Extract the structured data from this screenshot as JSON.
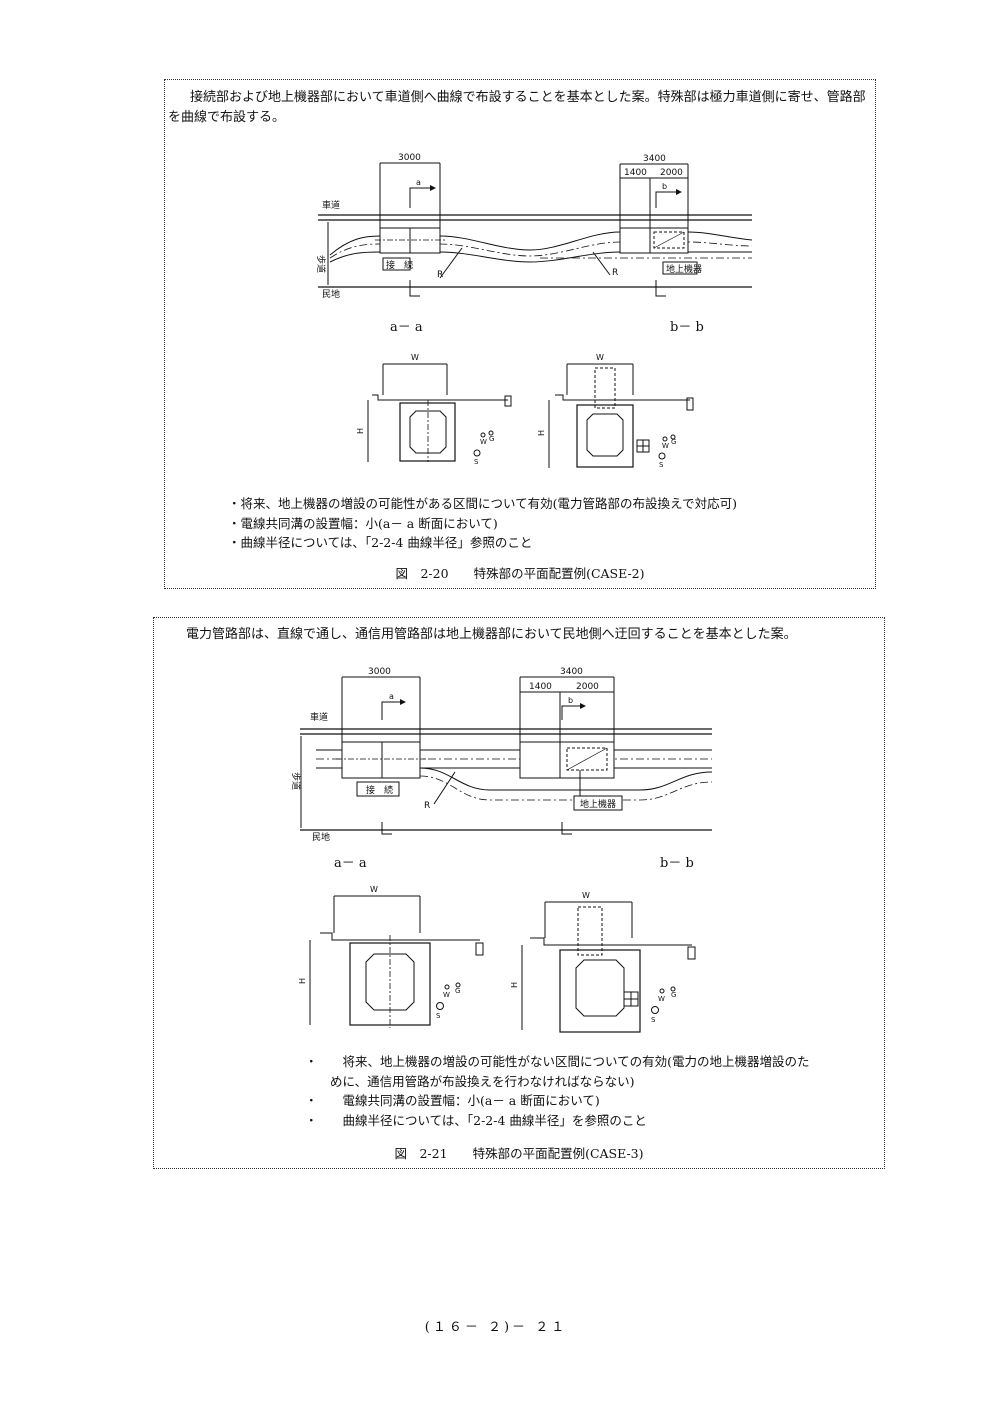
{
  "fig1": {
    "intro": "接続部および地上機器部において車道側へ曲線で布設することを基本とした案。特殊部は極力車道側に寄せ、管路部を曲線で布設する。",
    "plan": {
      "dim_left": "3000",
      "dim_right_total": "3400",
      "dim_right_a": "1400",
      "dim_right_b": "2000",
      "arrow_a": "a",
      "arrow_b": "b",
      "label_road": "車道",
      "label_sidewalk": "歩道",
      "label_private": "民地",
      "label_joint": "接　続",
      "label_equipment": "地上機器",
      "label_r": "R"
    },
    "section_a": "a－ a",
    "section_b": "b－ b",
    "sec_dim_w": "W",
    "sec_dim_h": "H",
    "sec_w": "W",
    "sec_g": "G",
    "sec_s": "S",
    "bullets": [
      "・将来、地上機器の増設の可能性がある区間について有効(電力管路部の布設換えで対応可)",
      "・電線共同溝の設置幅：小(a－ a 断面において)",
      "・曲線半径については、「2-2-4 曲線半径」参照のこと"
    ],
    "caption": "図　2-20　　特殊部の平面配置例(CASE-2)"
  },
  "fig2": {
    "intro": "電力管路部は、直線で通し、通信用管路部は地上機器部において民地側へ迂回することを基本とした案。",
    "plan": {
      "dim_left": "3000",
      "dim_right_total": "3400",
      "dim_right_a": "1400",
      "dim_right_b": "2000",
      "arrow_a": "a",
      "arrow_b": "b",
      "label_road": "車道",
      "label_sidewalk": "歩道",
      "label_private": "民地",
      "label_joint": "接　続",
      "label_equipment": "地上機器",
      "label_r": "R"
    },
    "section_a": "a－ a",
    "section_b": "b－ b",
    "sec_dim_w": "W",
    "sec_dim_h": "H",
    "sec_w": "W",
    "sec_g": "G",
    "sec_s": "S",
    "bullets": [
      "・　　将来、地上機器の増設の可能性がない区間についての有効(電力の地上機器増設のた",
      "　　めに、通信用管路が布設換えを行わなければならない)",
      "・　　電線共同溝の設置幅：小(a－ a 断面において)",
      "・　　曲線半径については、「2-2-4 曲線半径」を参照のこと"
    ],
    "caption": "図　2-21　　特殊部の平面配置例(CASE-3)"
  },
  "page_number": "(１６－ ２)－ ２１"
}
